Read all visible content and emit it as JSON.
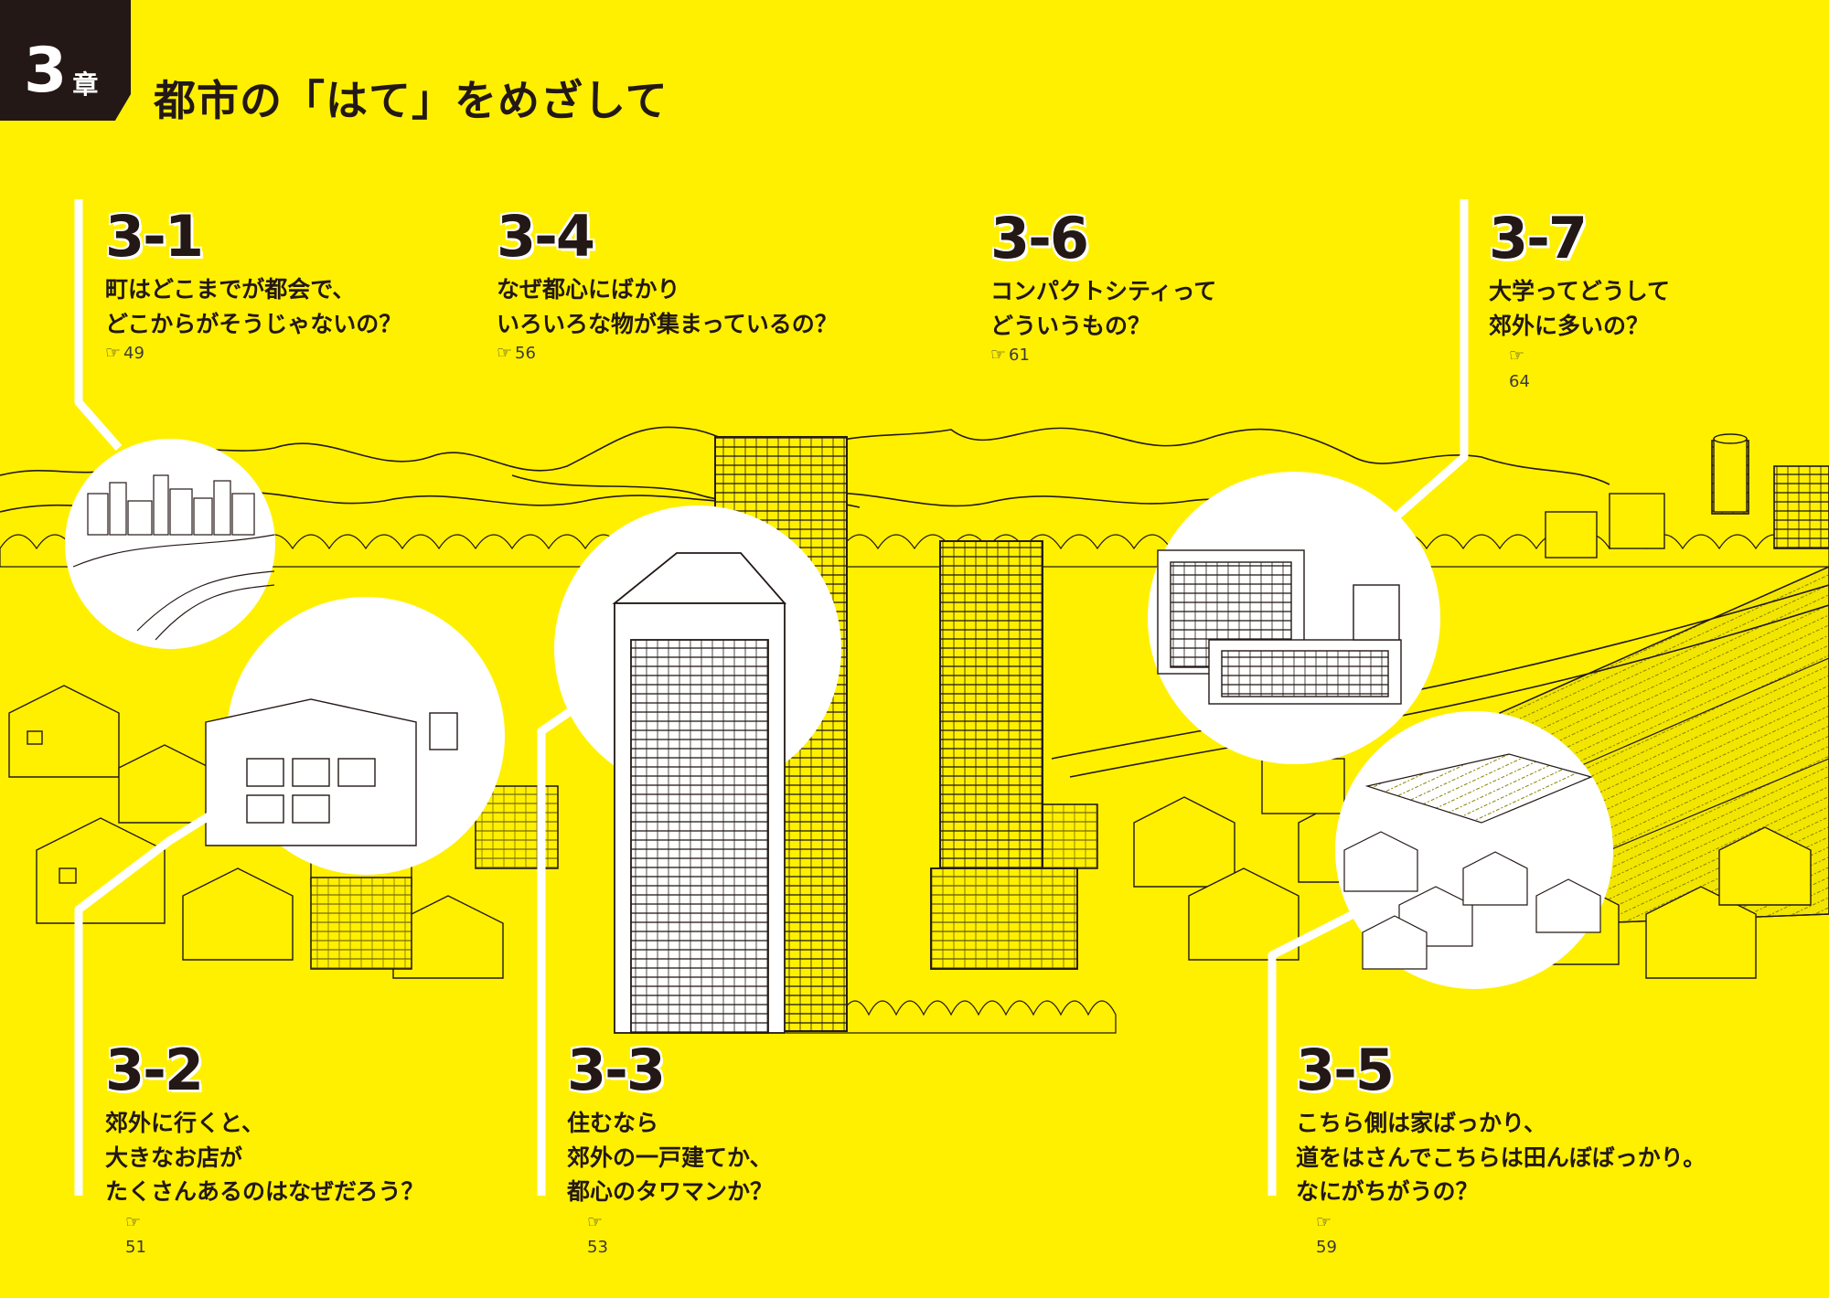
{
  "chapter": {
    "number": "3",
    "word": "章",
    "title": "都市の「はて」をめざして"
  },
  "topics": [
    {
      "id": "3-1",
      "lines": [
        "町はどこまでが都会で、",
        "どこからがそうじゃないの？"
      ],
      "page": "49"
    },
    {
      "id": "3-4",
      "lines": [
        "なぜ都心にばかり",
        "いろいろな物が集まっているの？"
      ],
      "page": "56"
    },
    {
      "id": "3-6",
      "lines": [
        "コンパクトシティって",
        "どういうもの？"
      ],
      "page": "61"
    },
    {
      "id": "3-7",
      "lines": [
        "大学ってどうして",
        "郊外に多いの？"
      ],
      "page": "64"
    },
    {
      "id": "3-2",
      "lines": [
        "郊外に行くと、",
        "大きなお店が",
        "たくさんあるのはなぜだろう？"
      ],
      "page": "51"
    },
    {
      "id": "3-3",
      "lines": [
        "住むなら",
        "郊外の一戸建てか、",
        "都心のタワマンか？"
      ],
      "page": "53"
    },
    {
      "id": "3-5",
      "lines": [
        "こちら側は家ばっかり、",
        "道をはさんでこちらは田んぼばっかり。",
        "なにがちがうの？"
      ],
      "page": "59"
    }
  ],
  "colors": {
    "background": "#fff000",
    "ink": "#231815",
    "highlight": "#ffffff"
  },
  "icons": {
    "page_reference": "pointing-hand-icon"
  }
}
